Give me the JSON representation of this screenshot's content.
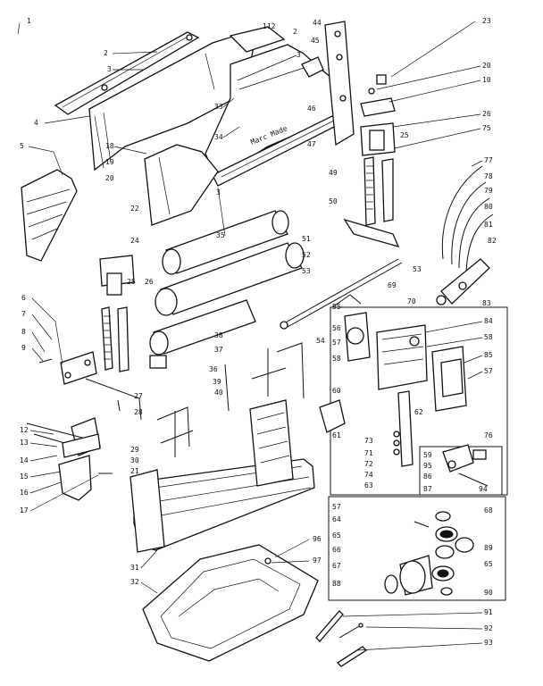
{
  "diagram": {
    "labels": {
      "l1": "1",
      "l2a": "2",
      "l3a": "3",
      "l2b": "2",
      "l3b": "3",
      "l4": "4",
      "l5": "5",
      "l18": "18",
      "l19": "19",
      "l20a": "20",
      "l22": "22",
      "l24": "24",
      "l25a": "25",
      "l26a": "26",
      "l33": "33",
      "l34": "34",
      "l3c": "3",
      "l35": "35",
      "l112": "112",
      "l44": "44",
      "l45": "45",
      "l46": "46",
      "l47": "47",
      "l23": "23",
      "l20b": "20",
      "l10": "10",
      "l26b": "26",
      "l25b": "25",
      "l75": "75",
      "l77": "77",
      "l78": "78",
      "l79": "79",
      "l80": "80",
      "l81": "81",
      "l82": "82",
      "l49": "49",
      "l50": "50",
      "l51": "51",
      "l52": "52",
      "l53": "53",
      "l69": "69",
      "l70": "70",
      "l83": "83",
      "l6": "6",
      "l7": "7",
      "l8": "8",
      "l9": "9",
      "l27": "27",
      "l28": "28",
      "l36": "36",
      "l37": "37",
      "l38": "38",
      "l39": "39",
      "l40": "40",
      "l55": "55",
      "l56": "56",
      "l57a": "57",
      "l58": "58",
      "l54": "54",
      "l84": "84",
      "l85": "85",
      "l57b": "57",
      "l60": "60",
      "l61": "61",
      "l62": "62",
      "l73": "73",
      "l71": "71",
      "l72": "72",
      "l74": "74",
      "l63": "63",
      "l76": "76",
      "l59": "59",
      "l95": "95",
      "l86": "86",
      "l87": "87",
      "l94": "94",
      "l12": "12",
      "l13": "13",
      "l14": "14",
      "l15": "15",
      "l16": "16",
      "l17": "17",
      "l29": "29",
      "l30": "30",
      "l21": "21",
      "l31": "31",
      "l32": "32",
      "l96": "96",
      "l97": "97",
      "l57c": "57",
      "l64": "64",
      "l65": "65",
      "l66": "66",
      "l67": "67",
      "l68": "68",
      "l88": "88",
      "l89": "89",
      "l65b": "65",
      "l90": "90",
      "l91": "91",
      "l92": "92",
      "l93": "93"
    },
    "colors": {
      "ink": "#111111",
      "paper": "#ffffff"
    }
  }
}
